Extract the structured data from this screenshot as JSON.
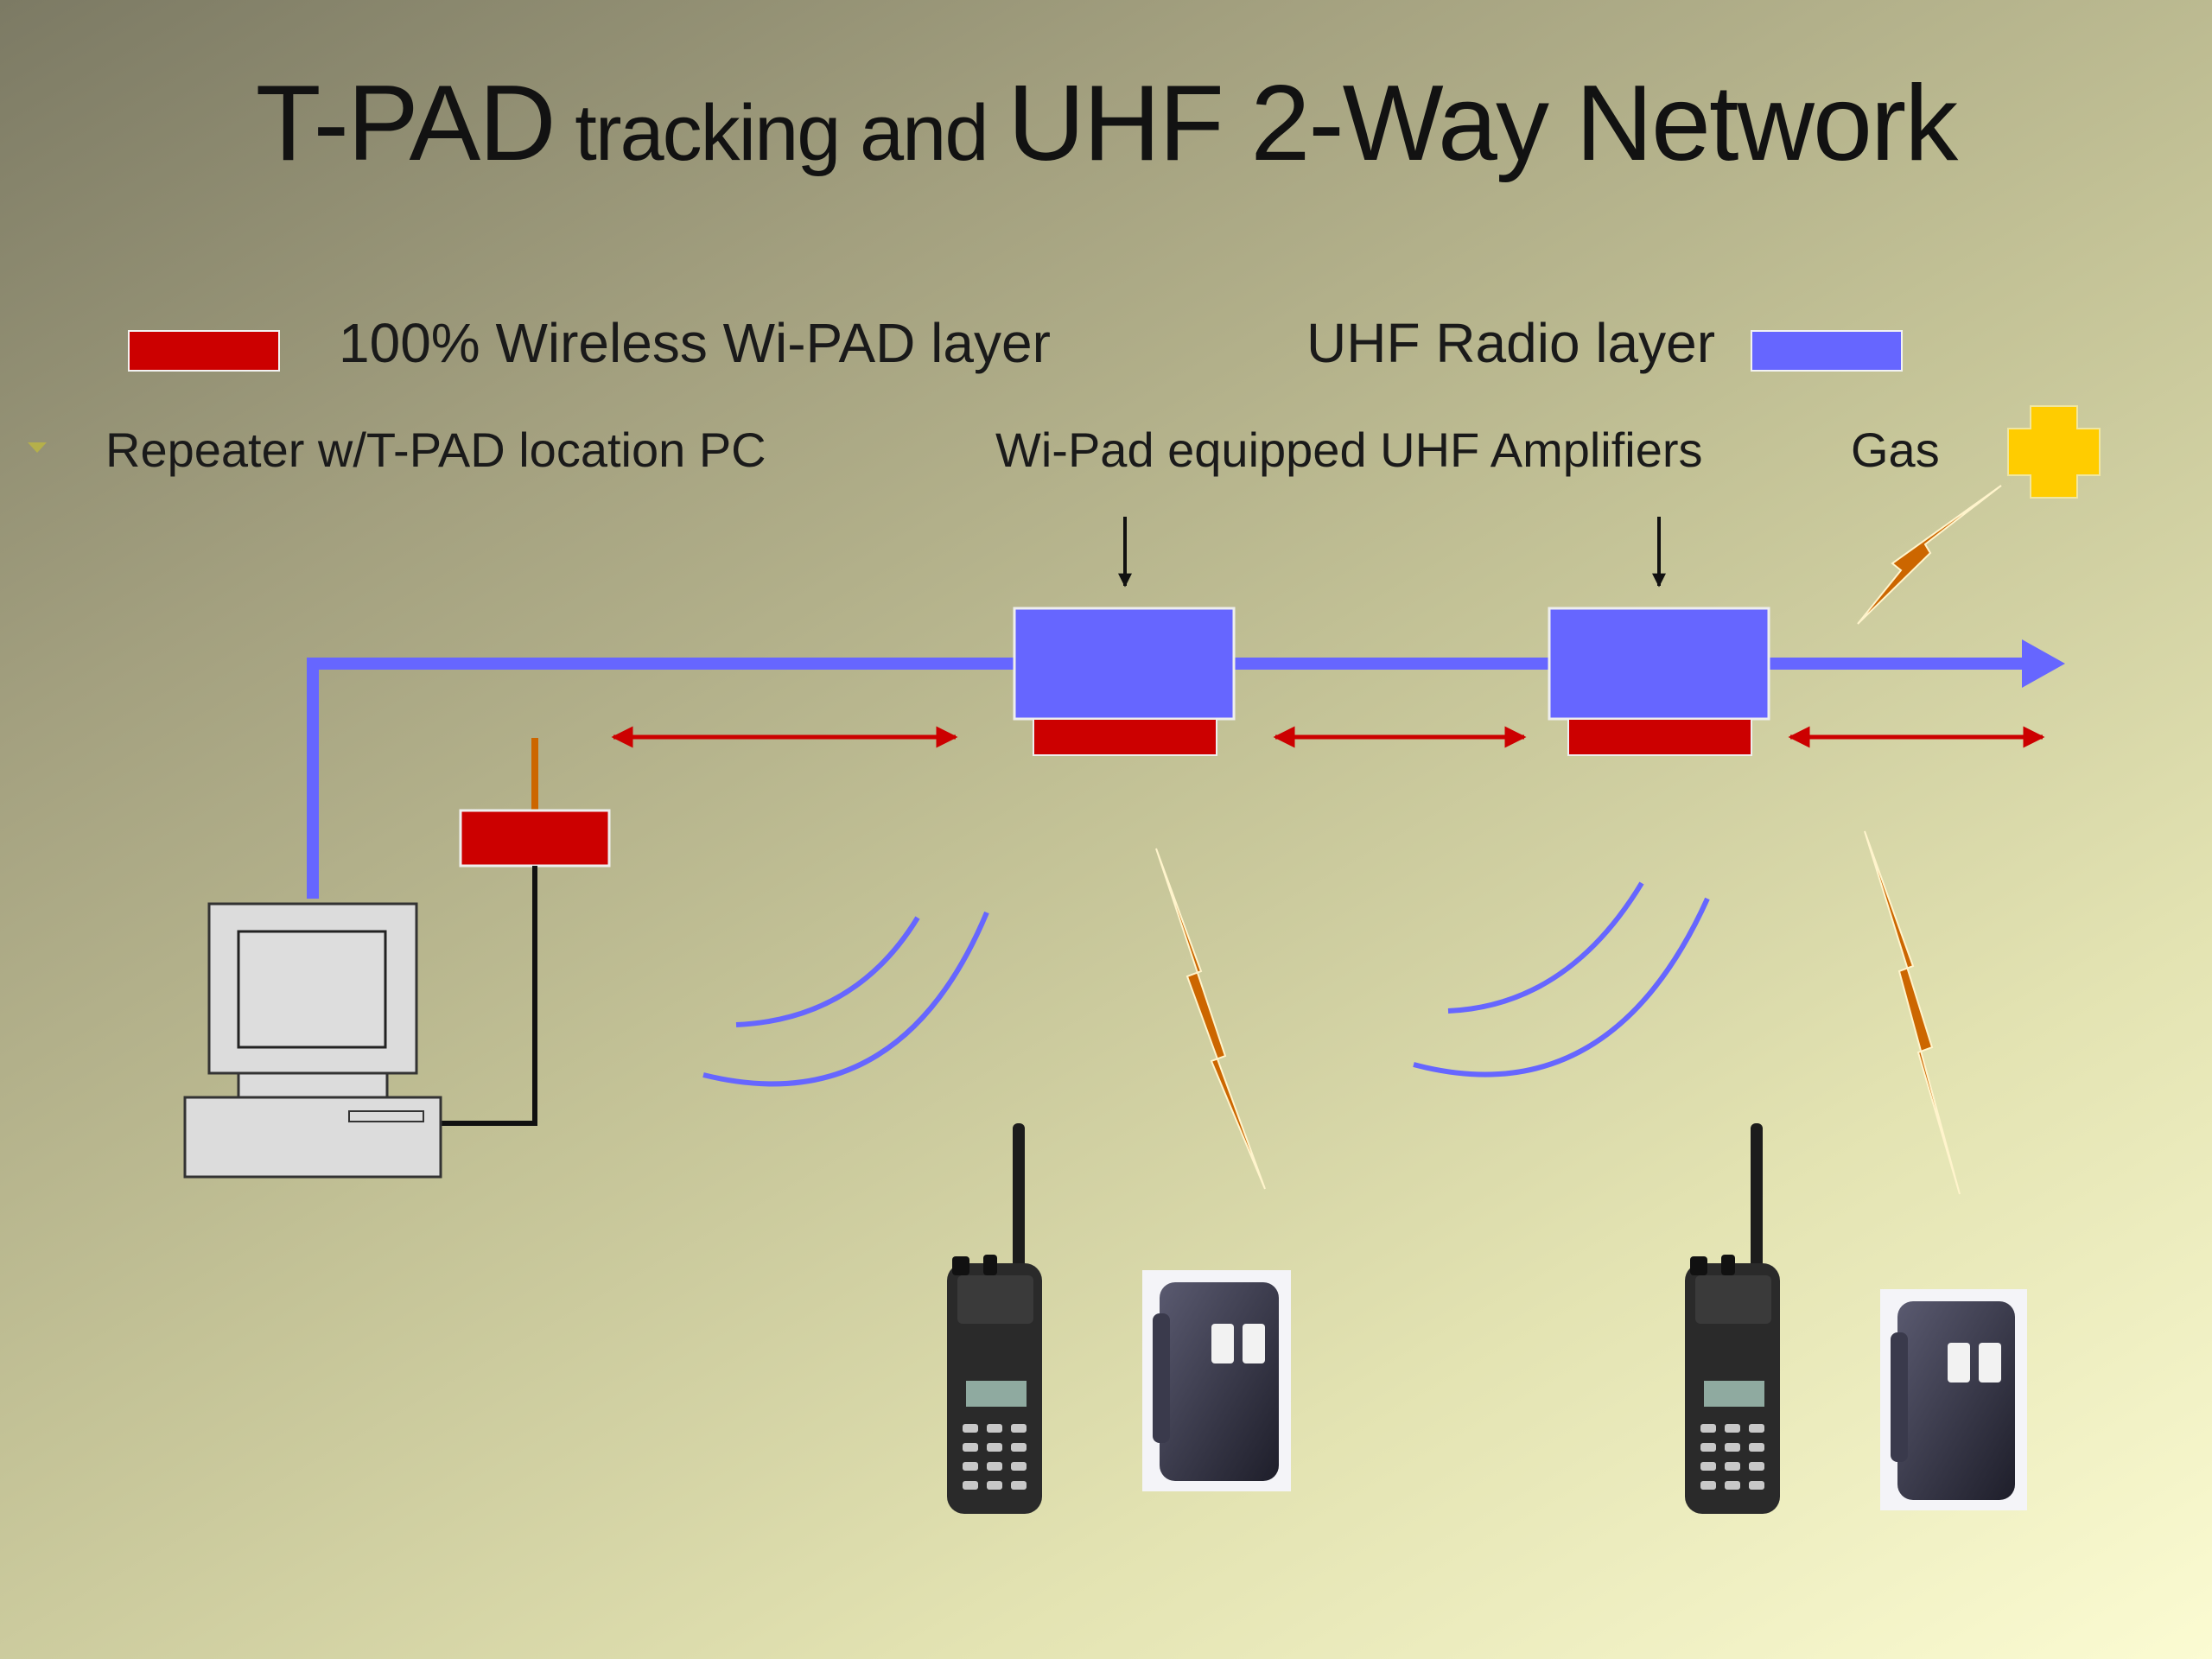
{
  "title": {
    "part1": "T-PAD",
    "part2": " tracking and ",
    "part3": "UHF 2-Way Network"
  },
  "legend": {
    "wireless_label": "100% Wireless Wi-PAD layer",
    "uhf_label": "UHF  Radio layer"
  },
  "labels": {
    "repeater": "Repeater w/T-PAD location PC",
    "amplifiers": "Wi-Pad equipped UHF Amplifiers",
    "gas": "Gas"
  },
  "colors": {
    "wireless_red": "#cc0000",
    "uhf_blue": "#6666ff",
    "lightning_orange": "#cc6600",
    "gas_yellow": "#ffcc00"
  },
  "icons": [
    "computer-icon",
    "two-way-radio-icon",
    "tracking-tag-icon",
    "lightning-icon",
    "gas-sensor-icon",
    "radio-wave-icon"
  ]
}
